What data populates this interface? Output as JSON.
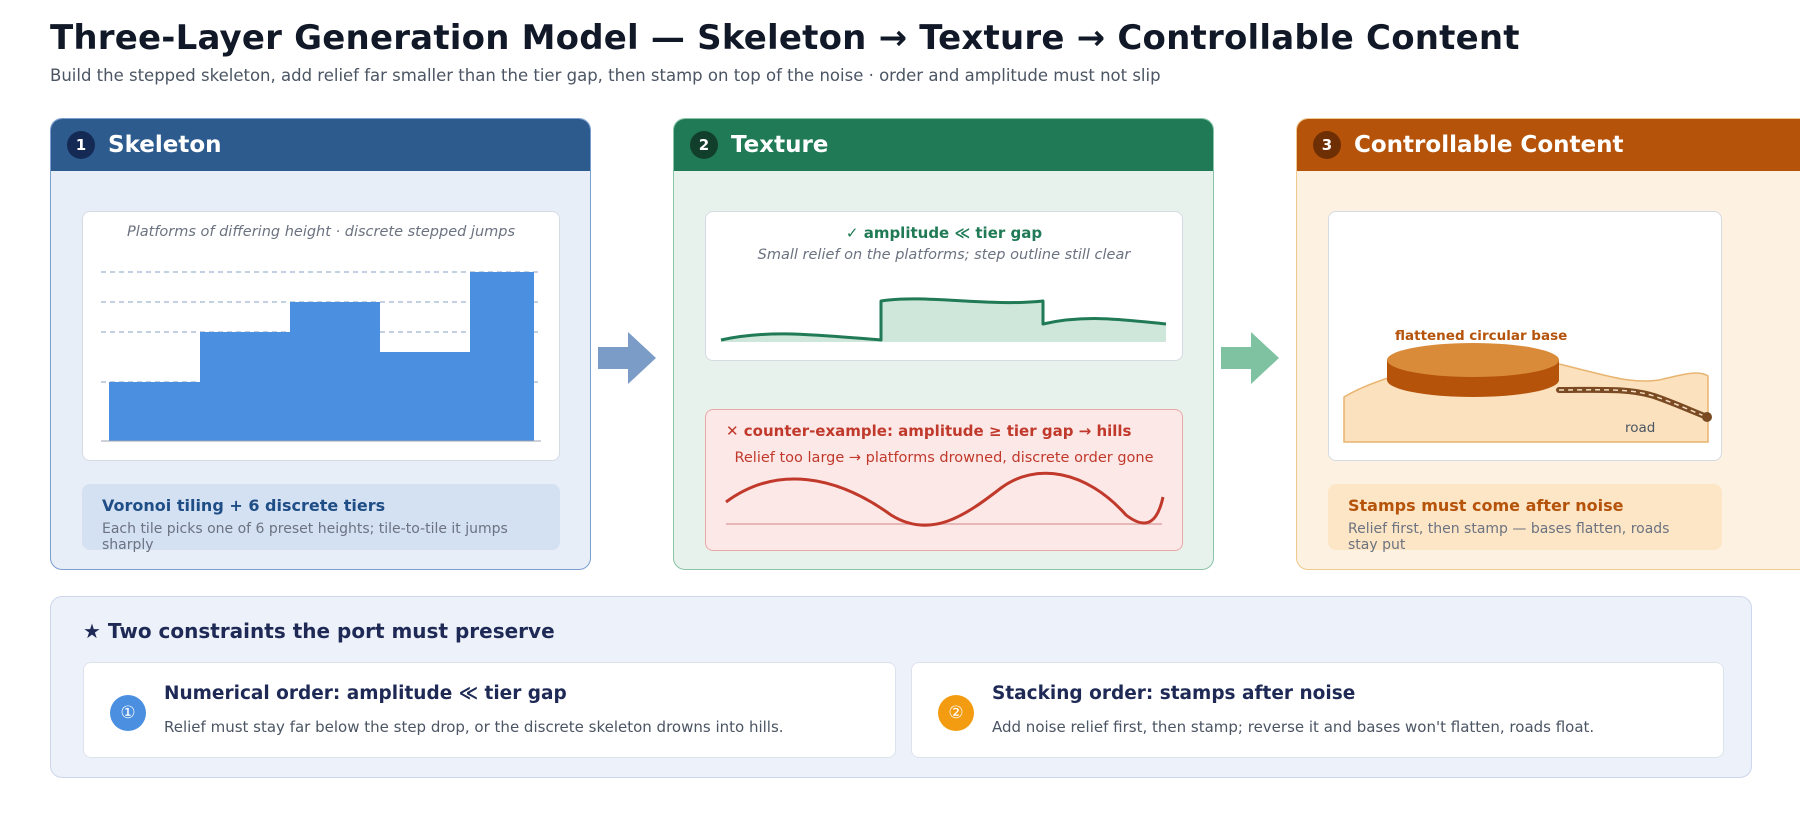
{
  "header": {
    "title": "Three-Layer Generation Model — Skeleton → Texture → Controllable Content",
    "subtitle": "Build the stepped skeleton, add relief far smaller than the tier gap, then stamp on top of the noise · order and amplitude must not slip"
  },
  "panels": [
    {
      "number": "1",
      "title": "Skeleton",
      "caption": "Platforms of differing height · discrete stepped jumps",
      "note_title": "Voronoi tiling + 6 discrete tiers",
      "note_desc": "Each tile picks one of 6 preset heights; tile-to-tile it jumps sharply"
    },
    {
      "number": "2",
      "title": "Texture",
      "good_title": "✓ amplitude ≪ tier gap",
      "good_caption": "Small relief on the platforms; step outline still clear",
      "bad_title": "✕ counter-example: amplitude ≥ tier gap → hills",
      "bad_caption": "Relief too large → platforms drowned, discrete order gone"
    },
    {
      "number": "3",
      "title": "Controllable Content",
      "base_label": "flattened circular base",
      "road_label": "road",
      "note_title": "Stamps must come after noise",
      "note_desc": "Relief first, then stamp — bases flatten, roads stay put"
    }
  ],
  "constraints": {
    "title": "★ Two constraints the port must preserve",
    "items": [
      {
        "number": "①",
        "title": "Numerical order: amplitude ≪ tier gap",
        "desc": "Relief must stay far below the step drop, or the discrete skeleton drowns into hills.",
        "color": "#4a8fe0"
      },
      {
        "number": "②",
        "title": "Stacking order: stamps after noise",
        "desc": "Add noise relief first, then stamp; reverse it and bases won't flatten, roads float.",
        "color": "#f39c12"
      }
    ]
  },
  "colors": {
    "skeleton": "#2e5b8e",
    "texture": "#1f7a55",
    "content": "#b5530b",
    "step_fill": "#4a8fe0"
  }
}
